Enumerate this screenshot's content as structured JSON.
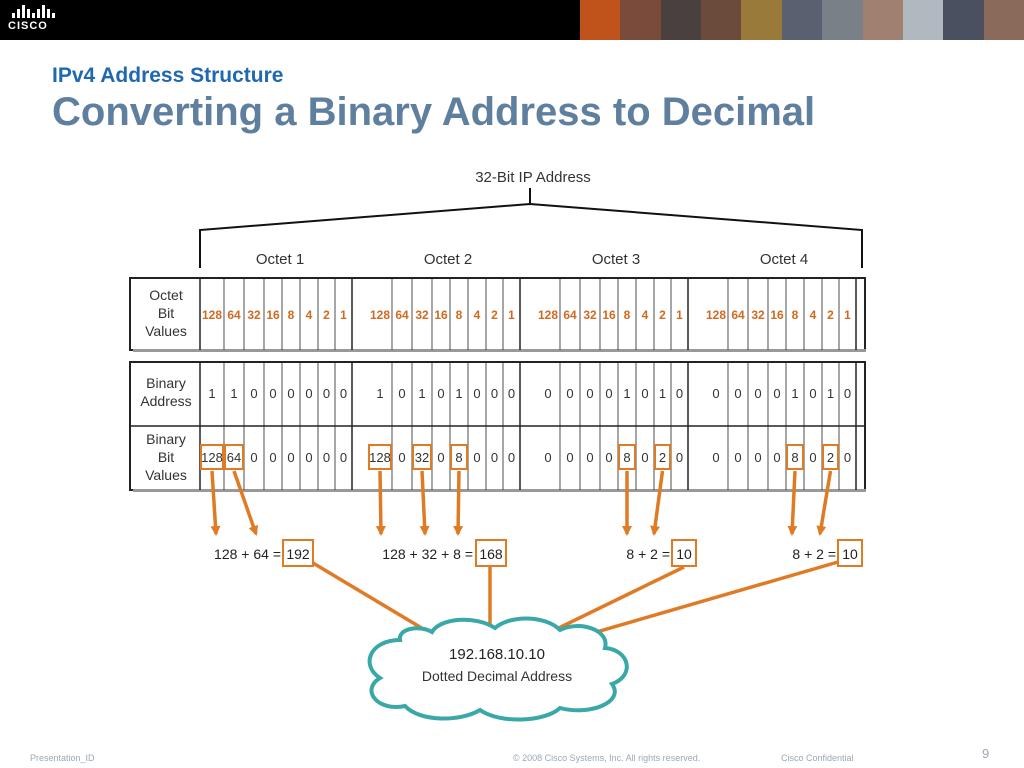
{
  "header": {
    "logo_text": "CISCO",
    "subtitle": "IPv4 Address Structure",
    "title": "Converting a Binary Address to Decimal"
  },
  "diagram": {
    "top_label": "32-Bit IP Address",
    "octet_labels": [
      "Octet 1",
      "Octet 2",
      "Octet 3",
      "Octet 4"
    ],
    "row_labels": {
      "octet_bit_values": [
        "Octet",
        "Bit",
        "Values"
      ],
      "binary_address": [
        "Binary",
        "Address"
      ],
      "binary_bit_values": [
        "Binary",
        "Bit",
        "Values"
      ]
    },
    "bit_values": [
      "128",
      "64",
      "32",
      "16",
      "8",
      "4",
      "2",
      "1"
    ],
    "binary_address": [
      [
        "1",
        "1",
        "0",
        "0",
        "0",
        "0",
        "0",
        "0"
      ],
      [
        "1",
        "0",
        "1",
        "0",
        "1",
        "0",
        "0",
        "0"
      ],
      [
        "0",
        "0",
        "0",
        "0",
        "1",
        "0",
        "1",
        "0"
      ],
      [
        "0",
        "0",
        "0",
        "0",
        "1",
        "0",
        "1",
        "0"
      ]
    ],
    "binary_bit_values": [
      [
        "128",
        "64",
        "0",
        "0",
        "0",
        "0",
        "0",
        "0"
      ],
      [
        "128",
        "0",
        "32",
        "0",
        "8",
        "0",
        "0",
        "0"
      ],
      [
        "0",
        "0",
        "0",
        "0",
        "8",
        "0",
        "2",
        "0"
      ],
      [
        "0",
        "0",
        "0",
        "0",
        "8",
        "0",
        "2",
        "0"
      ]
    ],
    "sums": [
      {
        "expr": "128 + 64 =",
        "result": "192"
      },
      {
        "expr": "128 + 32 + 8 =",
        "result": "168"
      },
      {
        "expr": "8 + 2 =",
        "result": "10"
      },
      {
        "expr": "8 + 2 =",
        "result": "10"
      }
    ],
    "cloud_address": "192.168.10.10",
    "cloud_label": "Dotted Decimal Address"
  },
  "footer": {
    "presentation_id": "Presentation_ID",
    "copyright": "© 2008 Cisco Systems, Inc. All rights reserved.",
    "confidential": "Cisco Confidential",
    "page_number": "9"
  },
  "colors": {
    "orange": "#e07b25",
    "bit_value_text": "#d2691e",
    "title_blue": "#1f69b0",
    "title_gray_blue": "#5f7f9e",
    "cloud_stroke": "#3aa7a8"
  }
}
